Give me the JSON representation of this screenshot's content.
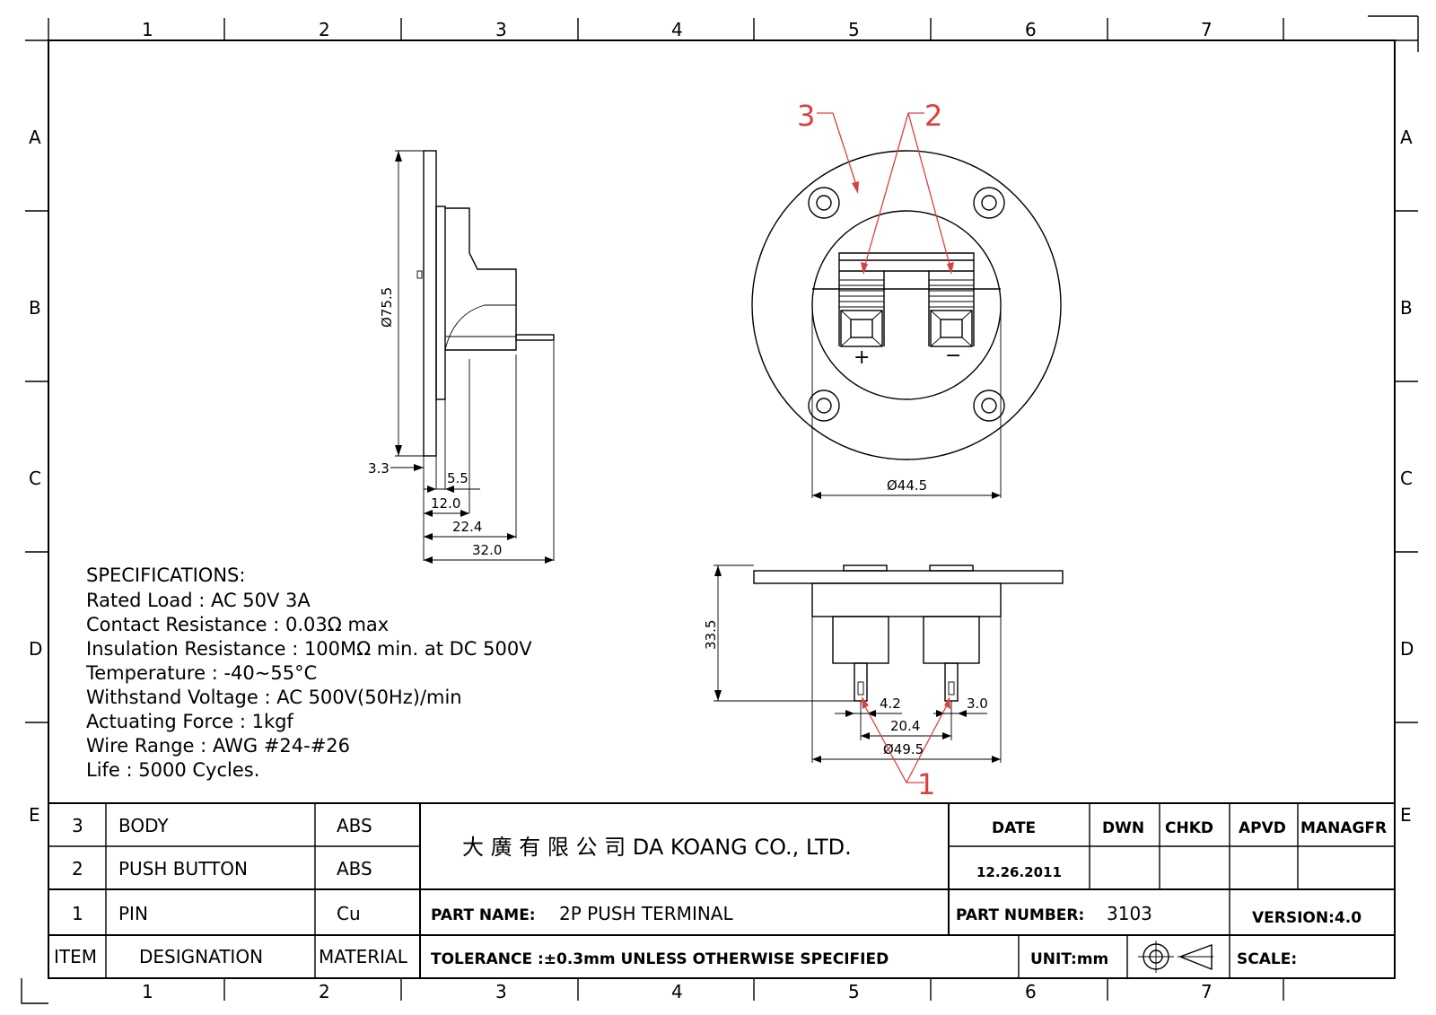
{
  "frame": {
    "columns": [
      "1",
      "2",
      "3",
      "4",
      "5",
      "6",
      "7"
    ],
    "rows": [
      "A",
      "B",
      "C",
      "D",
      "E"
    ]
  },
  "views": {
    "side": {
      "dia": "Ø75.5",
      "d_3_3": "3.3",
      "d_5_5": "5.5",
      "d_12_0": "12.0",
      "d_22_4": "22.4",
      "d_32_0": "32.0"
    },
    "front": {
      "dia": "Ø44.5",
      "plus": "+",
      "minus": "−",
      "callout_3": "3",
      "callout_2": "2"
    },
    "bottom": {
      "height": "33.5",
      "d_4_2": "4.2",
      "d_3_0": "3.0",
      "d_20_4": "20.4",
      "dia": "Ø49.5",
      "callout_1": "1"
    }
  },
  "specifications": {
    "title": "SPECIFICATIONS:",
    "lines": [
      "Rated Load : AC 50V 3A",
      "Contact Resistance : 0.03Ω  max",
      "Insulation Resistance : 100MΩ min. at DC 500V",
      "Temperature : -40~55°C",
      "Withstand Voltage : AC 500V(50Hz)/min",
      "Actuating Force : 1kgf",
      "Wire Range : AWG #24-#26",
      "Life : 5000 Cycles."
    ]
  },
  "bom": [
    {
      "item": "3",
      "designation": "BODY",
      "material": "ABS"
    },
    {
      "item": "2",
      "designation": "PUSH BUTTON",
      "material": "ABS"
    },
    {
      "item": "1",
      "designation": "PIN",
      "material": "Cu"
    }
  ],
  "bom_header": {
    "item": "ITEM",
    "designation": "DESIGNATION",
    "material": "MATERIAL"
  },
  "title_block": {
    "company": "大 廣 有 限 公 司  DA KOANG CO., LTD.",
    "date_label": "DATE",
    "date_value": "12.26.2011",
    "dwn": "DWN",
    "chkd": "CHKD",
    "apvd": "APVD",
    "managfr": "MANAGFR",
    "part_name_label": "PART  NAME:",
    "part_name": "2P PUSH TERMINAL",
    "part_number_label": "PART  NUMBER:",
    "part_number": "3103",
    "version": "VERSION:4.0",
    "tolerance": "TOLERANCE  :±0.3mm  UNLESS  OTHERWISE  SPECIFIED",
    "unit": "UNIT:mm",
    "scale": "SCALE:"
  }
}
